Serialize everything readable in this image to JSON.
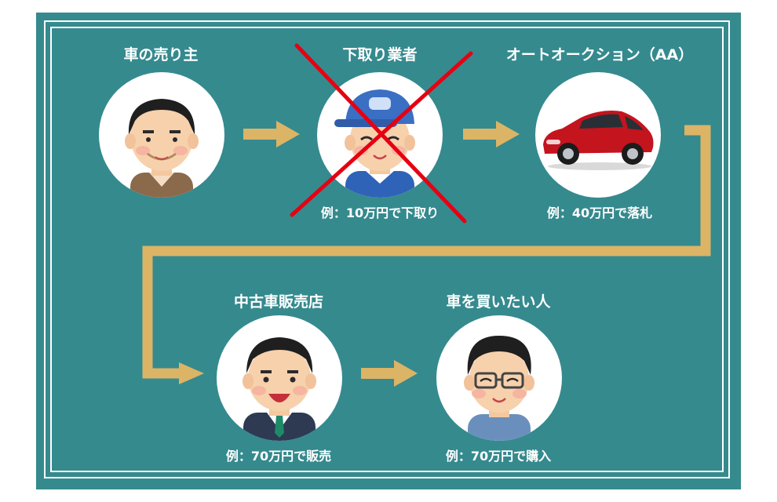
{
  "nodes": {
    "seller": {
      "label": "車の売り主",
      "caption": ""
    },
    "tradein": {
      "label": "下取り業者",
      "caption": "例：10万円で下取り"
    },
    "auction": {
      "label": "オートオークション（AA）",
      "caption": "例：40万円で落札"
    },
    "dealer": {
      "label": "中古車販売店",
      "caption": "例：70万円で販売"
    },
    "buyer": {
      "label": "車を買いたい人",
      "caption": "例：70万円で購入"
    }
  },
  "colors": {
    "background": "#358a8e",
    "arrow": "#dcb465",
    "cross": "#e60012",
    "frame": "#ffffff"
  }
}
